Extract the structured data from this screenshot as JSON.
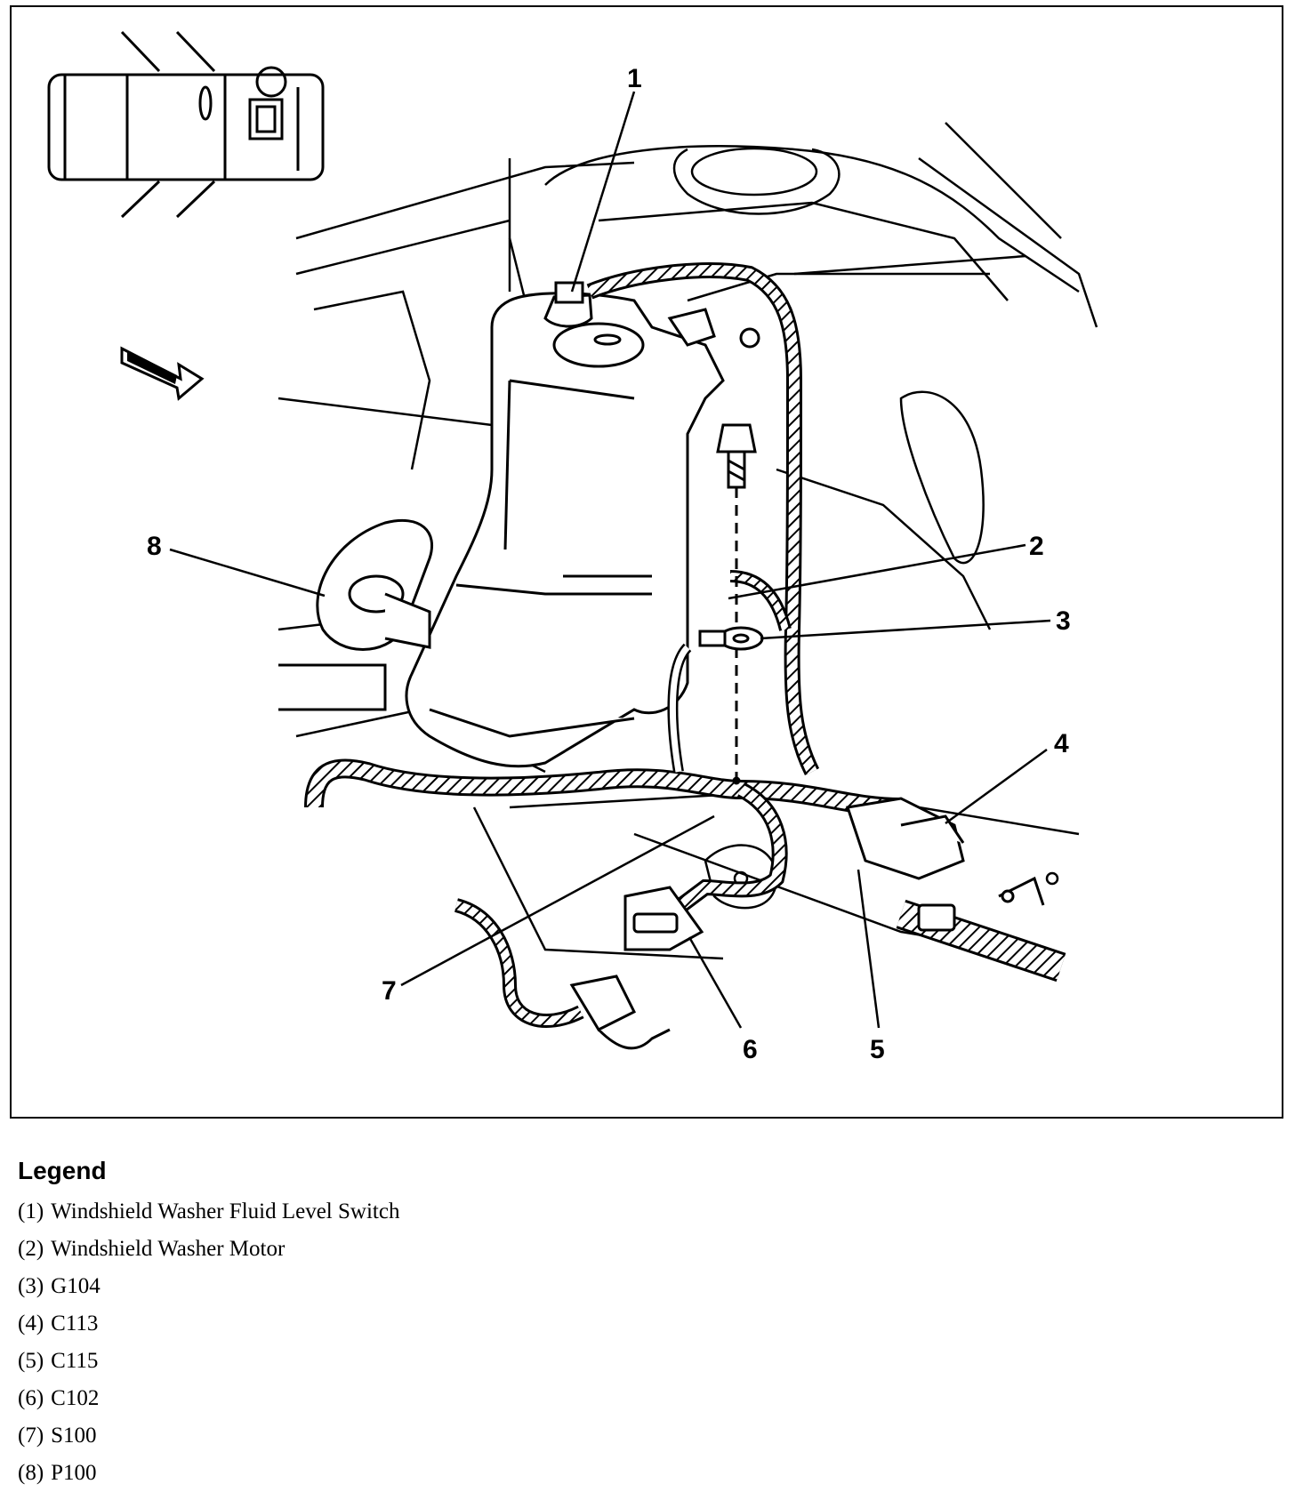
{
  "callouts": [
    "1",
    "2",
    "3",
    "4",
    "5",
    "6",
    "7",
    "8"
  ],
  "legend": {
    "title": "Legend",
    "items": [
      {
        "num": "(1)",
        "label": "Windshield Washer Fluid Level Switch"
      },
      {
        "num": "(2)",
        "label": "Windshield Washer Motor"
      },
      {
        "num": "(3)",
        "label": "G104"
      },
      {
        "num": "(4)",
        "label": "C113"
      },
      {
        "num": "(5)",
        "label": "C115"
      },
      {
        "num": "(6)",
        "label": "C102"
      },
      {
        "num": "(7)",
        "label": "S100"
      },
      {
        "num": "(8)",
        "label": "P100"
      }
    ]
  }
}
